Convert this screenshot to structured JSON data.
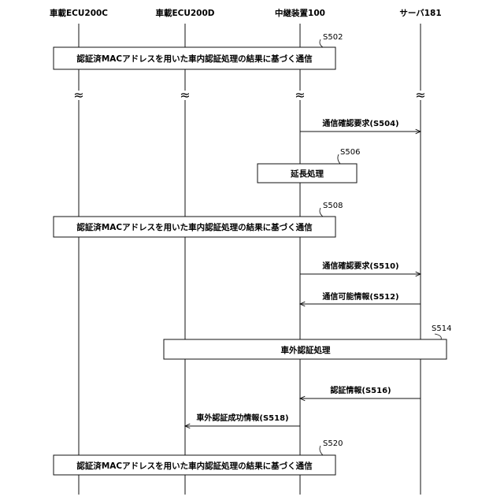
{
  "participants": [
    {
      "id": "ecu_c",
      "label": "車載ECU200C"
    },
    {
      "id": "ecu_d",
      "label": "車載ECU200D"
    },
    {
      "id": "relay",
      "label": "中継装置100"
    },
    {
      "id": "server",
      "label": "サーバ181"
    }
  ],
  "steps": {
    "s502": "S502",
    "s504": "通信確認要求(S504)",
    "s506": "S506",
    "s506_box": "延長処理",
    "s508": "S508",
    "s510": "通信確認要求(S510)",
    "s512": "通信可能情報(S512)",
    "s514": "S514",
    "s514_box": "車外認証処理",
    "s516": "認証情報(S516)",
    "s518": "車外認証成功情報(S518)",
    "s520": "S520"
  },
  "comm_box_text": "認証済MACアドレスを用いた車内認証処理の結果に基づく通信",
  "break_mark": "≈"
}
